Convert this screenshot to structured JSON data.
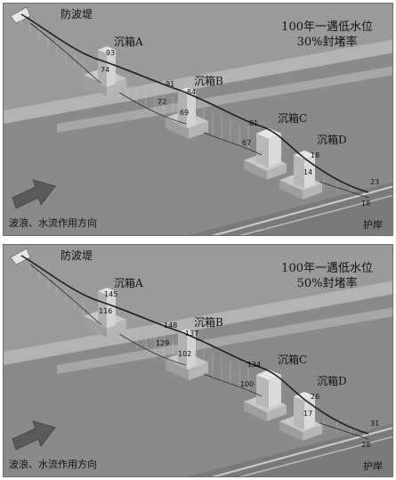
{
  "panels": [
    {
      "breakwater": "防波堤",
      "caissons": [
        "沉箱A",
        "沉箱B",
        "沉箱C",
        "沉箱D"
      ],
      "condition_line1": "100年一遇低水位",
      "condition_line2": "30%封堵率",
      "direction": "波浪、水流作用方向",
      "bank": "护岸",
      "values": {
        "a_top": "93",
        "a_side": "74",
        "b_left": "91",
        "b_top": "84",
        "b_mid": "72",
        "b_side": "69",
        "c_top": "81",
        "c_side": "67",
        "d_top": "18",
        "d_side": "14",
        "end_top": "23",
        "end_bot": "18"
      }
    },
    {
      "breakwater": "防波堤",
      "caissons": [
        "沉箱A",
        "沉箱B",
        "沉箱C",
        "沉箱D"
      ],
      "condition_line1": "100年一遇低水位",
      "condition_line2": "50%封堵率",
      "direction": "波浪、水流作用方向",
      "bank": "护岸",
      "values": {
        "a_top": "145",
        "a_side": "116",
        "b_left": "148",
        "b_top": "137",
        "b_mid": "129",
        "b_side": "102",
        "c_top": "134",
        "c_side": "100",
        "d_top": "26",
        "d_side": "17",
        "end_top": "31",
        "end_bot": "28"
      }
    }
  ],
  "colors": {
    "background": "#8a8a8a",
    "curve": "#1c1c1c",
    "arrow": "#5a5a5a"
  }
}
